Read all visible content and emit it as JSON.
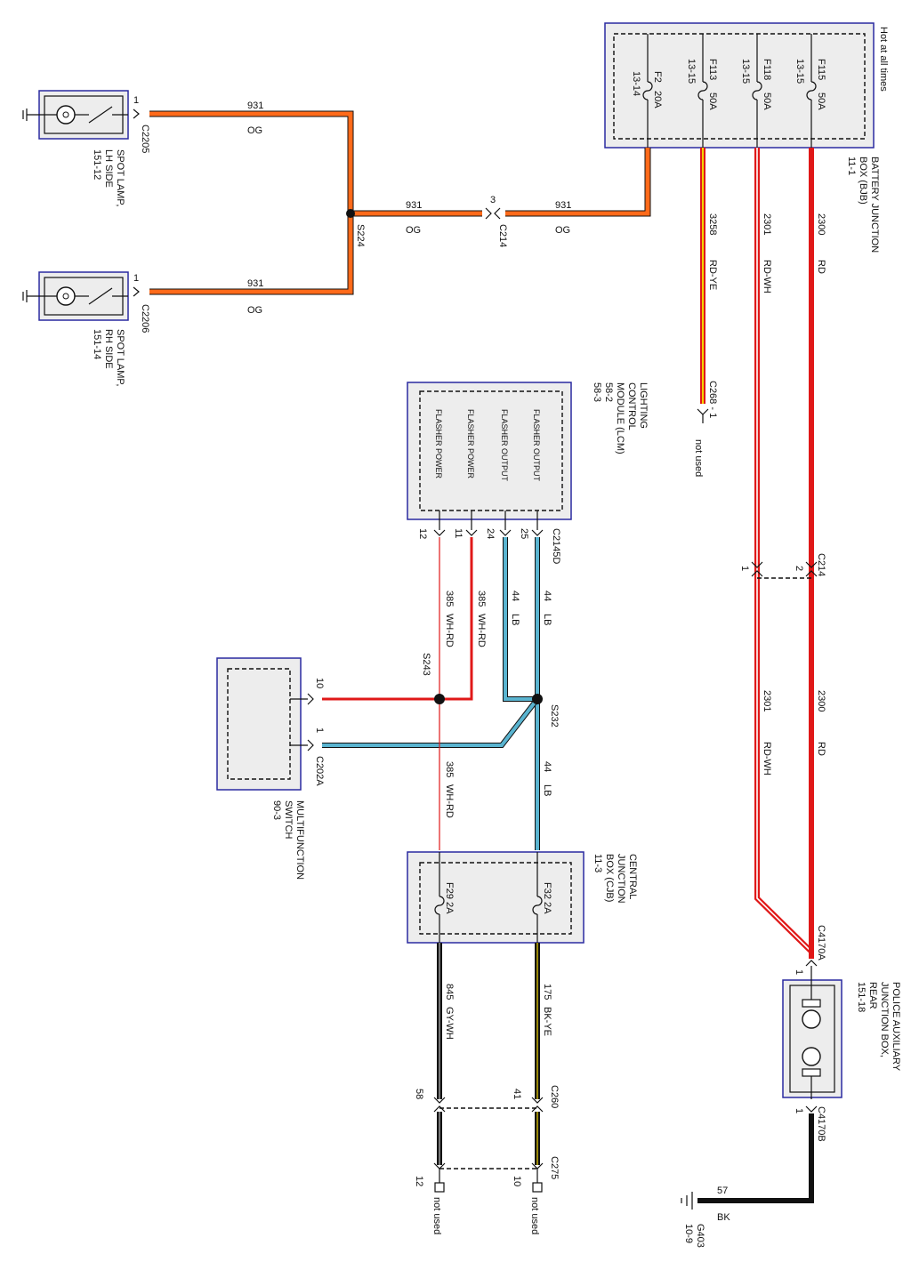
{
  "colors": {
    "og": "#ff6a1a",
    "rd": "#e01818",
    "rdwh_stripe": "#ffffff",
    "rdye_stripe": "#f2d400",
    "lb": "#5ab4d0",
    "wh_rd": "#e01818",
    "bk": "#111111",
    "box_fill": "#ededed",
    "box_border": "#2a2aa0"
  },
  "bjb": {
    "note": "Hot at all times",
    "name": "BATTERY JUNCTION",
    "name2": "BOX (BJB)",
    "ref": "11-1",
    "fuses": [
      {
        "id": "F115",
        "amp": "50A",
        "pins": "13-15"
      },
      {
        "id": "F118",
        "amp": "50A",
        "pins": "13-15"
      },
      {
        "id": "F113",
        "amp": "50A",
        "pins": "13-15"
      },
      {
        "id": "F2",
        "amp": "20A",
        "pins": "13-14"
      }
    ]
  },
  "spot_lh": {
    "name": "SPOT LAMP,",
    "name2": "LH SIDE",
    "ref": "151-12",
    "connector": "C2205",
    "pin": "1"
  },
  "spot_rh": {
    "name": "SPOT LAMP,",
    "name2": "RH SIDE",
    "ref": "151-14",
    "connector": "C2206",
    "pin": "1"
  },
  "wires": {
    "w931_lh": {
      "num": "931",
      "color": "OG"
    },
    "w931_rh": {
      "num": "931",
      "color": "OG"
    },
    "w931_mid": {
      "num": "931",
      "color": "OG"
    },
    "w931_right": {
      "num": "931",
      "color": "OG"
    },
    "w3258": {
      "num": "3258",
      "color": "RD-YE"
    },
    "w2301_top": {
      "num": "2301",
      "color": "RD-WH"
    },
    "w2300_top": {
      "num": "2300",
      "color": "RD"
    },
    "w2301_bot": {
      "num": "2301",
      "color": "RD-WH"
    },
    "w2300_bot": {
      "num": "2300",
      "color": "RD"
    },
    "w44_a": {
      "num": "44",
      "color": "LB"
    },
    "w44_b": {
      "num": "44",
      "color": "LB"
    },
    "w44_c": {
      "num": "44",
      "color": "LB"
    },
    "w385_a": {
      "num": "385",
      "color": "WH-RD"
    },
    "w385_b": {
      "num": "385",
      "color": "WH-RD"
    },
    "w385_c": {
      "num": "385",
      "color": "WH-RD"
    },
    "w175": {
      "num": "175",
      "color": "BK-YE"
    },
    "w845": {
      "num": "845",
      "color": "GY-WH"
    },
    "w57": {
      "num": "57",
      "color": "BK"
    }
  },
  "splices": {
    "s224": "S224",
    "s243": "S243",
    "s232": "S232"
  },
  "c214": {
    "label": "C214",
    "pin": "3"
  },
  "c214b": {
    "label": "C214",
    "pin_rd": "2",
    "pin_rdwh": "1"
  },
  "c268": {
    "label": "C268 - 1",
    "note": "not used"
  },
  "lcm": {
    "name": "LIGHTING",
    "name2": "CONTROL",
    "name3": "MODULE (LCM)",
    "ref1": "58-2",
    "ref2": "58-3",
    "connector": "C2145D",
    "pins": [
      {
        "func": "FLASHER OUTPUT",
        "pin": "25"
      },
      {
        "func": "FLASHER OUTPUT",
        "pin": "24"
      },
      {
        "func": "FLASHER POWER",
        "pin": "11"
      },
      {
        "func": "FLASHER POWER",
        "pin": "12"
      }
    ]
  },
  "mfs": {
    "name": "MULTIFUNCTION",
    "name2": "SWITCH",
    "ref": "90-3",
    "connector": "C202A",
    "pin_lb": "1",
    "pin_rd": "10"
  },
  "cjb": {
    "name": "CENTRAL",
    "name2": "JUNCTION",
    "name3": "BOX (CJB)",
    "ref": "11-3",
    "fuses": [
      {
        "id": "F32",
        "amp": "2A"
      },
      {
        "id": "F29",
        "amp": "2A"
      }
    ]
  },
  "c260": {
    "label": "C260",
    "pin_a": "41",
    "pin_b": "58"
  },
  "c275": {
    "label": "C275",
    "pin_a": "10",
    "pin_b": "12",
    "note_a": "not used",
    "note_b": "not used"
  },
  "paux": {
    "name": "POLICE AUXILIARY",
    "name2": "JUNCTION BOX,",
    "name3": "REAR",
    "ref": "151-18",
    "conn_top": "C4170A",
    "conn_bot": "C4170B",
    "pin_top": "1",
    "pin_top2": "1",
    "pin_bot": "1"
  },
  "ground": {
    "label": "G403",
    "ref": "10-9"
  }
}
